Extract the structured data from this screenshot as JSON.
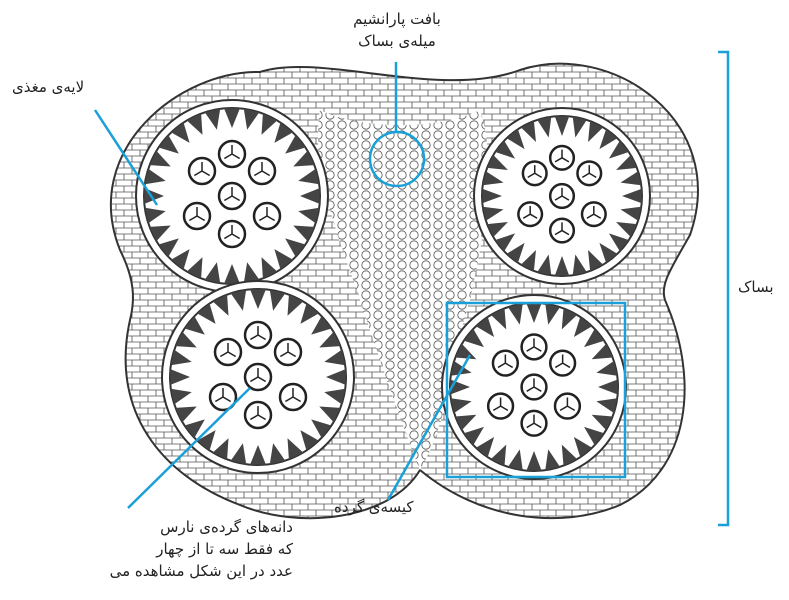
{
  "labels": {
    "tapetum": "لایه‌ی مغذی",
    "vascular": [
      "بافت پارانشیم",
      "میله‌ی بساک"
    ],
    "anther": "بساک",
    "pollen_grains": [
      "دانه‌های گرده‌ی نارس",
      "که فقط سه تا از چهار",
      "عدد در این شکل مشاهده می"
    ],
    "pollen_sac": "کیسه‌ی گرده"
  },
  "colors": {
    "accent": "#1aa0d8",
    "ink": "#2a2a2a",
    "fill": "#ffffff"
  }
}
